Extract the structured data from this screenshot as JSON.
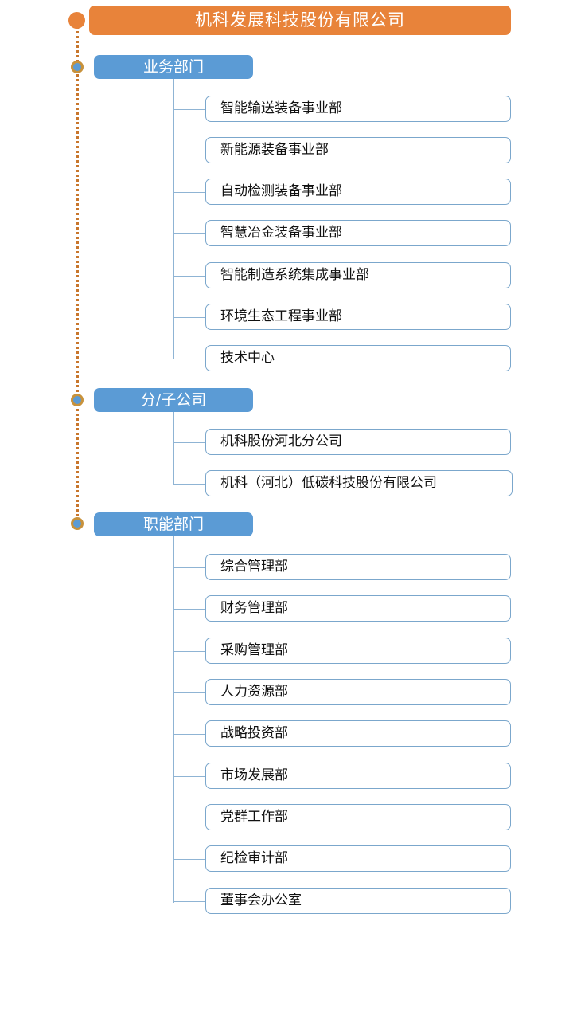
{
  "colors": {
    "root_bar": "#E8833A",
    "chip": "#5B9BD5",
    "leaf_border": "#7BA7CC",
    "spine_dots": "#C8762C",
    "connector": "#8FB4D4",
    "root_text": "#FFFFFF",
    "chip_text": "#FFFFFF",
    "leaf_text": "#111111"
  },
  "root": {
    "label": "机科发展科技股份有限公司",
    "node_icon": "circle-node-root-icon"
  },
  "groups": [
    {
      "label": "业务部门",
      "node_icon": "circle-node-branch-icon",
      "items": [
        {
          "label": "智能输送装备事业部"
        },
        {
          "label": "新能源装备事业部"
        },
        {
          "label": "自动检测装备事业部"
        },
        {
          "label": "智慧冶金装备事业部"
        },
        {
          "label": "智能制造系统集成事业部"
        },
        {
          "label": "环境生态工程事业部"
        },
        {
          "label": "技术中心"
        }
      ]
    },
    {
      "label": "分/子公司",
      "node_icon": "circle-node-branch-icon",
      "items": [
        {
          "label": "机科股份河北分公司"
        },
        {
          "label": "机科（河北）低碳科技股份有限公司"
        }
      ]
    },
    {
      "label": "职能部门",
      "node_icon": "circle-node-branch-icon",
      "items": [
        {
          "label": "综合管理部"
        },
        {
          "label": "财务管理部"
        },
        {
          "label": "采购管理部"
        },
        {
          "label": "人力资源部"
        },
        {
          "label": "战略投资部"
        },
        {
          "label": "市场发展部"
        },
        {
          "label": "党群工作部"
        },
        {
          "label": "纪检审计部"
        },
        {
          "label": "董事会办公室"
        }
      ]
    }
  ]
}
